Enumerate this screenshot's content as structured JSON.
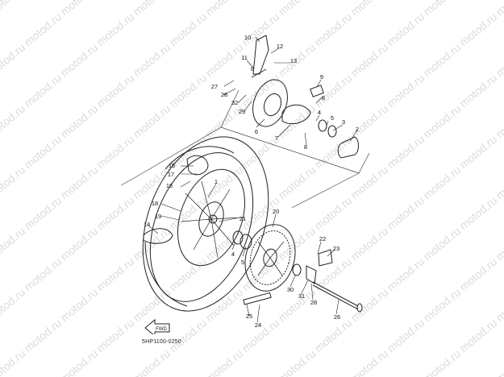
{
  "watermark_text": "motod.ru",
  "diagram_code": "5HP1100-0250",
  "fwd_label": "FWD",
  "callouts": [
    "1",
    "2",
    "3",
    "4",
    "4",
    "5",
    "6",
    "7",
    "8",
    "8",
    "9",
    "10",
    "11",
    "12",
    "13",
    "14",
    "15",
    "16",
    "17",
    "18",
    "19",
    "20",
    "21",
    "22",
    "23",
    "24",
    "25",
    "26",
    "27",
    "28",
    "28",
    "29",
    "30",
    "31",
    "32"
  ]
}
